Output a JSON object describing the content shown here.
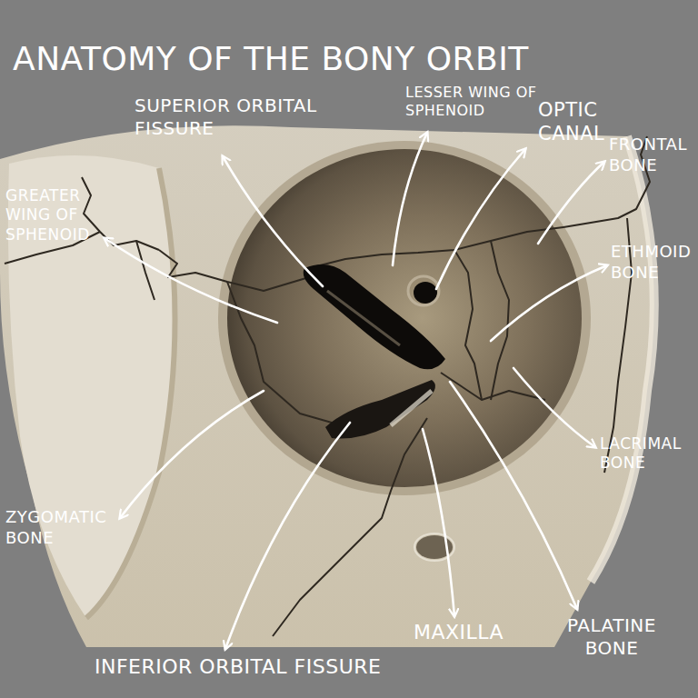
{
  "diagram": {
    "title": "ANATOMY OF THE BONY ORBIT",
    "labels": [
      "SUPERIOR ORBITAL FISSURE",
      "LESSER WING OF SPHENOID",
      "OPTIC CANAL",
      "FRONTAL BONE",
      "GREATER WING OF SPHENOID",
      "ETHMOID BONE",
      "LACRIMAL BONE",
      "ZYGOMATIC BONE",
      "INFERIOR ORBITAL FISSURE",
      "MAXILLA",
      "PALATINE BONE"
    ]
  }
}
